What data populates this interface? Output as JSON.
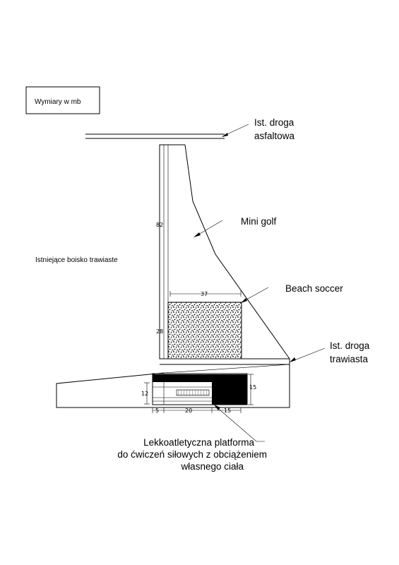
{
  "legend": {
    "text": "Wymiary w mb"
  },
  "labels": {
    "asphalt_road_line1": "Ist. droga",
    "asphalt_road_line2": "asfaltowa",
    "mini_golf": "Mini golf",
    "existing_field": "Istniejące boisko trawiaste",
    "beach_soccer": "Beach soccer",
    "grass_road_line1": "Ist. droga",
    "grass_road_line2": "trawiasta",
    "platform_line1": "Lekkoatletyczna platforma",
    "platform_line2": "do ćwiczeń siłowych z obciążeniem",
    "platform_line3": "własnego ciała"
  },
  "dimensions": {
    "mini_golf_length": "82",
    "beach_soccer_width": "37",
    "beach_soccer_length": "28",
    "platform_height_left": "12",
    "platform_height_right": "15",
    "platform_seg_a": "5",
    "platform_seg_b": "20",
    "platform_seg_c": "15"
  }
}
